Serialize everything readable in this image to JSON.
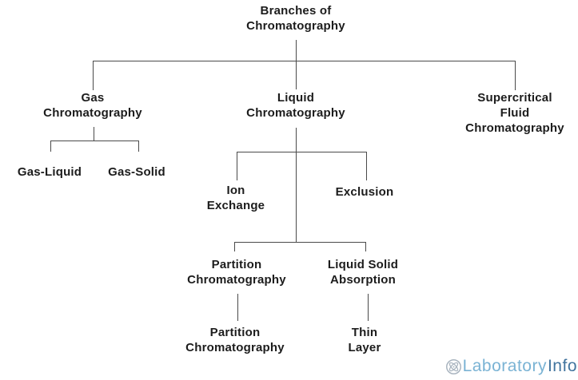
{
  "diagram": {
    "title": "Branches of\nChromatography",
    "level1": {
      "gas": "Gas\nChromatography",
      "liquid": "Liquid\nChromatography",
      "supercritical": "Supercritical\nFluid\nChromatography"
    },
    "gas_children": {
      "gas_liquid": "Gas-Liquid",
      "gas_solid": "Gas-Solid"
    },
    "liquid_children": {
      "ion_exchange": "Ion\nExchange",
      "exclusion": "Exclusion"
    },
    "liquid_grandchildren": {
      "partition": "Partition\nChromatography",
      "liquid_solid": "Liquid Solid\nAbsorption"
    },
    "leaves": {
      "partition": "Partition\nChromatography",
      "thin_layer": "Thin\nLayer"
    }
  },
  "watermark": {
    "brand_primary": "Laboratory",
    "brand_secondary": "Info",
    "icon": "atom-icon"
  },
  "colors": {
    "background": "#ffffff",
    "line": "#4a4a4a",
    "text": "#1c1c1c",
    "brand_primary": "#7ab3d4",
    "brand_secondary": "#41749e",
    "brand_icon": "#a9b4bf"
  }
}
